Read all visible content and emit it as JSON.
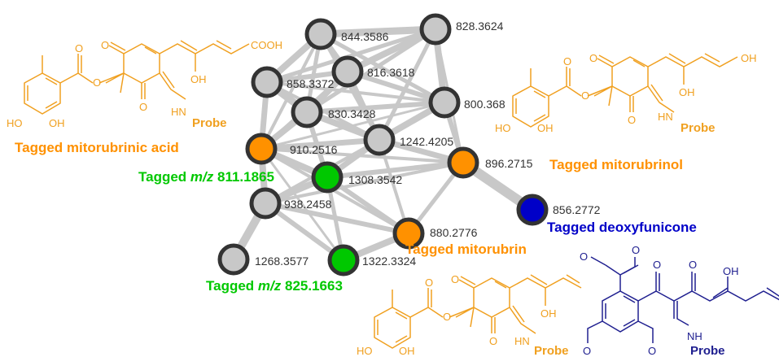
{
  "network": {
    "nodes": [
      {
        "id": "n844",
        "mz": "844.3586",
        "fill": "#c8c8c8"
      },
      {
        "id": "n828",
        "mz": "828.3624",
        "fill": "#c8c8c8"
      },
      {
        "id": "n816",
        "mz": "816.3618",
        "fill": "#c8c8c8"
      },
      {
        "id": "n858",
        "mz": "858.3372",
        "fill": "#c8c8c8"
      },
      {
        "id": "n800",
        "mz": "800.368",
        "fill": "#c8c8c8"
      },
      {
        "id": "n830",
        "mz": "830.3428",
        "fill": "#c8c8c8"
      },
      {
        "id": "n1242",
        "mz": "1242.4205",
        "fill": "#c8c8c8"
      },
      {
        "id": "n910",
        "mz": "910.2516",
        "fill": "#ff9100"
      },
      {
        "id": "n896",
        "mz": "896.2715",
        "fill": "#ff9100"
      },
      {
        "id": "n1308",
        "mz": "1308.3542",
        "fill": "#00c800"
      },
      {
        "id": "n856",
        "mz": "856.2772",
        "fill": "#0000c8"
      },
      {
        "id": "n938",
        "mz": "938.2458",
        "fill": "#c8c8c8"
      },
      {
        "id": "n880",
        "mz": "880.2776",
        "fill": "#ff9100"
      },
      {
        "id": "n1268",
        "mz": "1268.3577",
        "fill": "#c8c8c8"
      },
      {
        "id": "n1322",
        "mz": "1322.3324",
        "fill": "#00c800"
      }
    ],
    "edge_color": "#c8c8c8",
    "node_border": "#333333"
  },
  "labels": {
    "mitorubrinic": "Tagged mitorubrinic acid",
    "mitorubrinol": "Tagged mitorubrinol",
    "mz811_prefix": "Tagged ",
    "mz811_italic": "m/z",
    "mz811_value": " 811.1865",
    "deoxyfunicone": "Tagged deoxyfunicone",
    "mitorubrin": "Tagged mitorubrin",
    "mz825_prefix": "Tagged ",
    "mz825_italic": "m/z",
    "mz825_value": " 825.1663"
  },
  "structures": {
    "cooh": "COOH",
    "oh": "OH",
    "ho": "HO",
    "hn": "HN",
    "nh": "NH",
    "o": "O",
    "probe": "Probe"
  },
  "colors": {
    "orange": "#ff9100",
    "green": "#00c800",
    "blue": "#0000c8",
    "chem_orange": "#f0a020",
    "chem_blue": "#202090"
  }
}
